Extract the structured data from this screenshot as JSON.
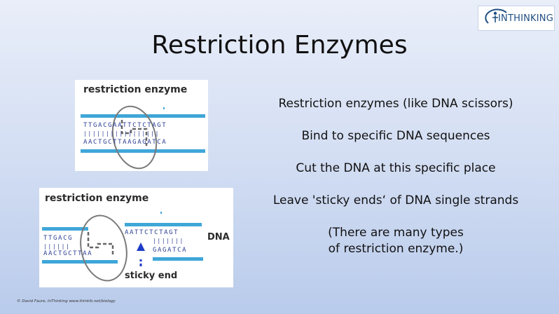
{
  "slide": {
    "title": "Restriction Enzymes",
    "logo_text": "INTHINKING",
    "footer": "© David Faure, InThinking www.thinkib.net/biology"
  },
  "diagram_top": {
    "label": "restriction enzyme",
    "strand_top": "TTGACGAATTCTCTAGT",
    "strand_bottom": "AACTGCTTAAGAGATCA"
  },
  "diagram_bottom": {
    "label": "restriction enzyme",
    "left_top": "TTGACG",
    "left_bottom": "AACTGCTTAA",
    "right_top": "AATTCTCTAGT",
    "right_bottom": "GAGATCA",
    "dna_label": "DNA",
    "sticky_label": "sticky end"
  },
  "points": [
    "Restriction enzymes (like DNA scissors)",
    "Bind to specific DNA sequences",
    "Cut the DNA at this specific place",
    "Leave 'sticky ends‘ of DNA single strands",
    "(There are many types",
    "of restriction enzyme.)"
  ],
  "colors": {
    "strand": "#3fa6d8",
    "base_text": "#2c3f93",
    "arrow": "#1f3cc8"
  }
}
